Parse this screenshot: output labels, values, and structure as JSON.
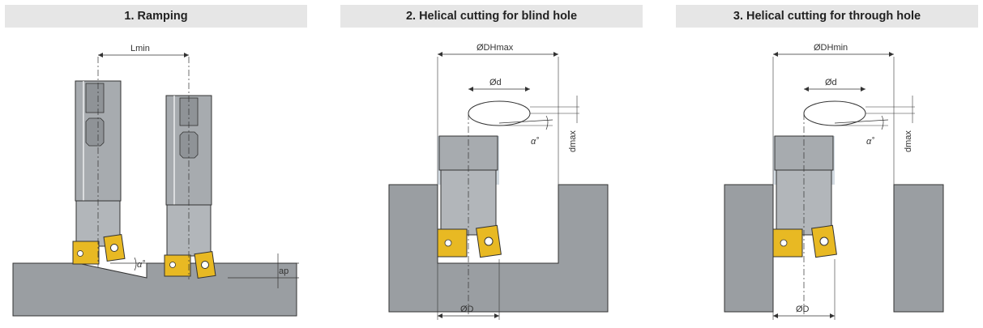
{
  "panels": [
    {
      "title": "1. Ramping",
      "labels": {
        "lmin": "Lmin",
        "alpha": "α˚",
        "ap": "ap"
      }
    },
    {
      "title": "2. Helical cutting for blind hole",
      "labels": {
        "dh": "ØDHmax",
        "d": "Ød",
        "dmax": "dmax",
        "alpha": "α˚",
        "bigD": "ØD"
      }
    },
    {
      "title": "3. Helical cutting for through hole",
      "labels": {
        "dh": "ØDHmin",
        "d": "Ød",
        "dmax": "dmax",
        "alpha": "α˚",
        "bigD": "ØD"
      }
    }
  ],
  "colors": {
    "header_bg": "#e6e6e6",
    "workpiece": "#9a9ea2",
    "tool": "#a7abaf",
    "insert": "#e8b923",
    "coolant": "#d3dbe2"
  }
}
